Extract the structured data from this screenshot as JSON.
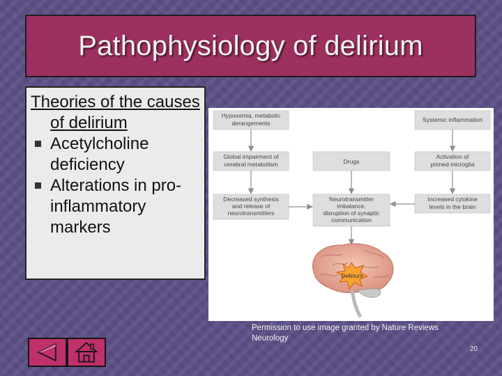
{
  "slide": {
    "title": "Pathophysiology of delirium",
    "text": {
      "heading": "Theories of the causes of delirium",
      "bullets": [
        "Acetylcholine deficiency",
        "Alterations in pro-inflammatory markers"
      ]
    },
    "figure": {
      "boxes": {
        "hypoxemia": [
          "Hypoxemia, metabolic",
          "derangements"
        ],
        "systemic": [
          "Systemic inflammation"
        ],
        "global": [
          "Global impairment of",
          "cerebral metabolism"
        ],
        "drugs": [
          "Drugs"
        ],
        "microglia": [
          "Activation of",
          "primed microglia"
        ],
        "decreased": [
          "Decreased synthesis",
          "and release of",
          "neurotransmitters"
        ],
        "imbalance": [
          "Neurotransmitter",
          "imbalance,",
          "disruption of synaptic",
          "communication"
        ],
        "cytokine": [
          "Increased cytokine",
          "levels in the brain"
        ]
      },
      "center_label": "Delirium"
    },
    "credit": "Permission to use image granted by Nature Reviews Neurology",
    "slide_number": "20"
  },
  "colors": {
    "background": "#5b4f86",
    "title_bar": "#9c305e",
    "nav_button": "#c0306b",
    "text_panel": "#ebebeb"
  },
  "icons": {
    "back": "back-triangle-icon",
    "home": "home-icon"
  }
}
